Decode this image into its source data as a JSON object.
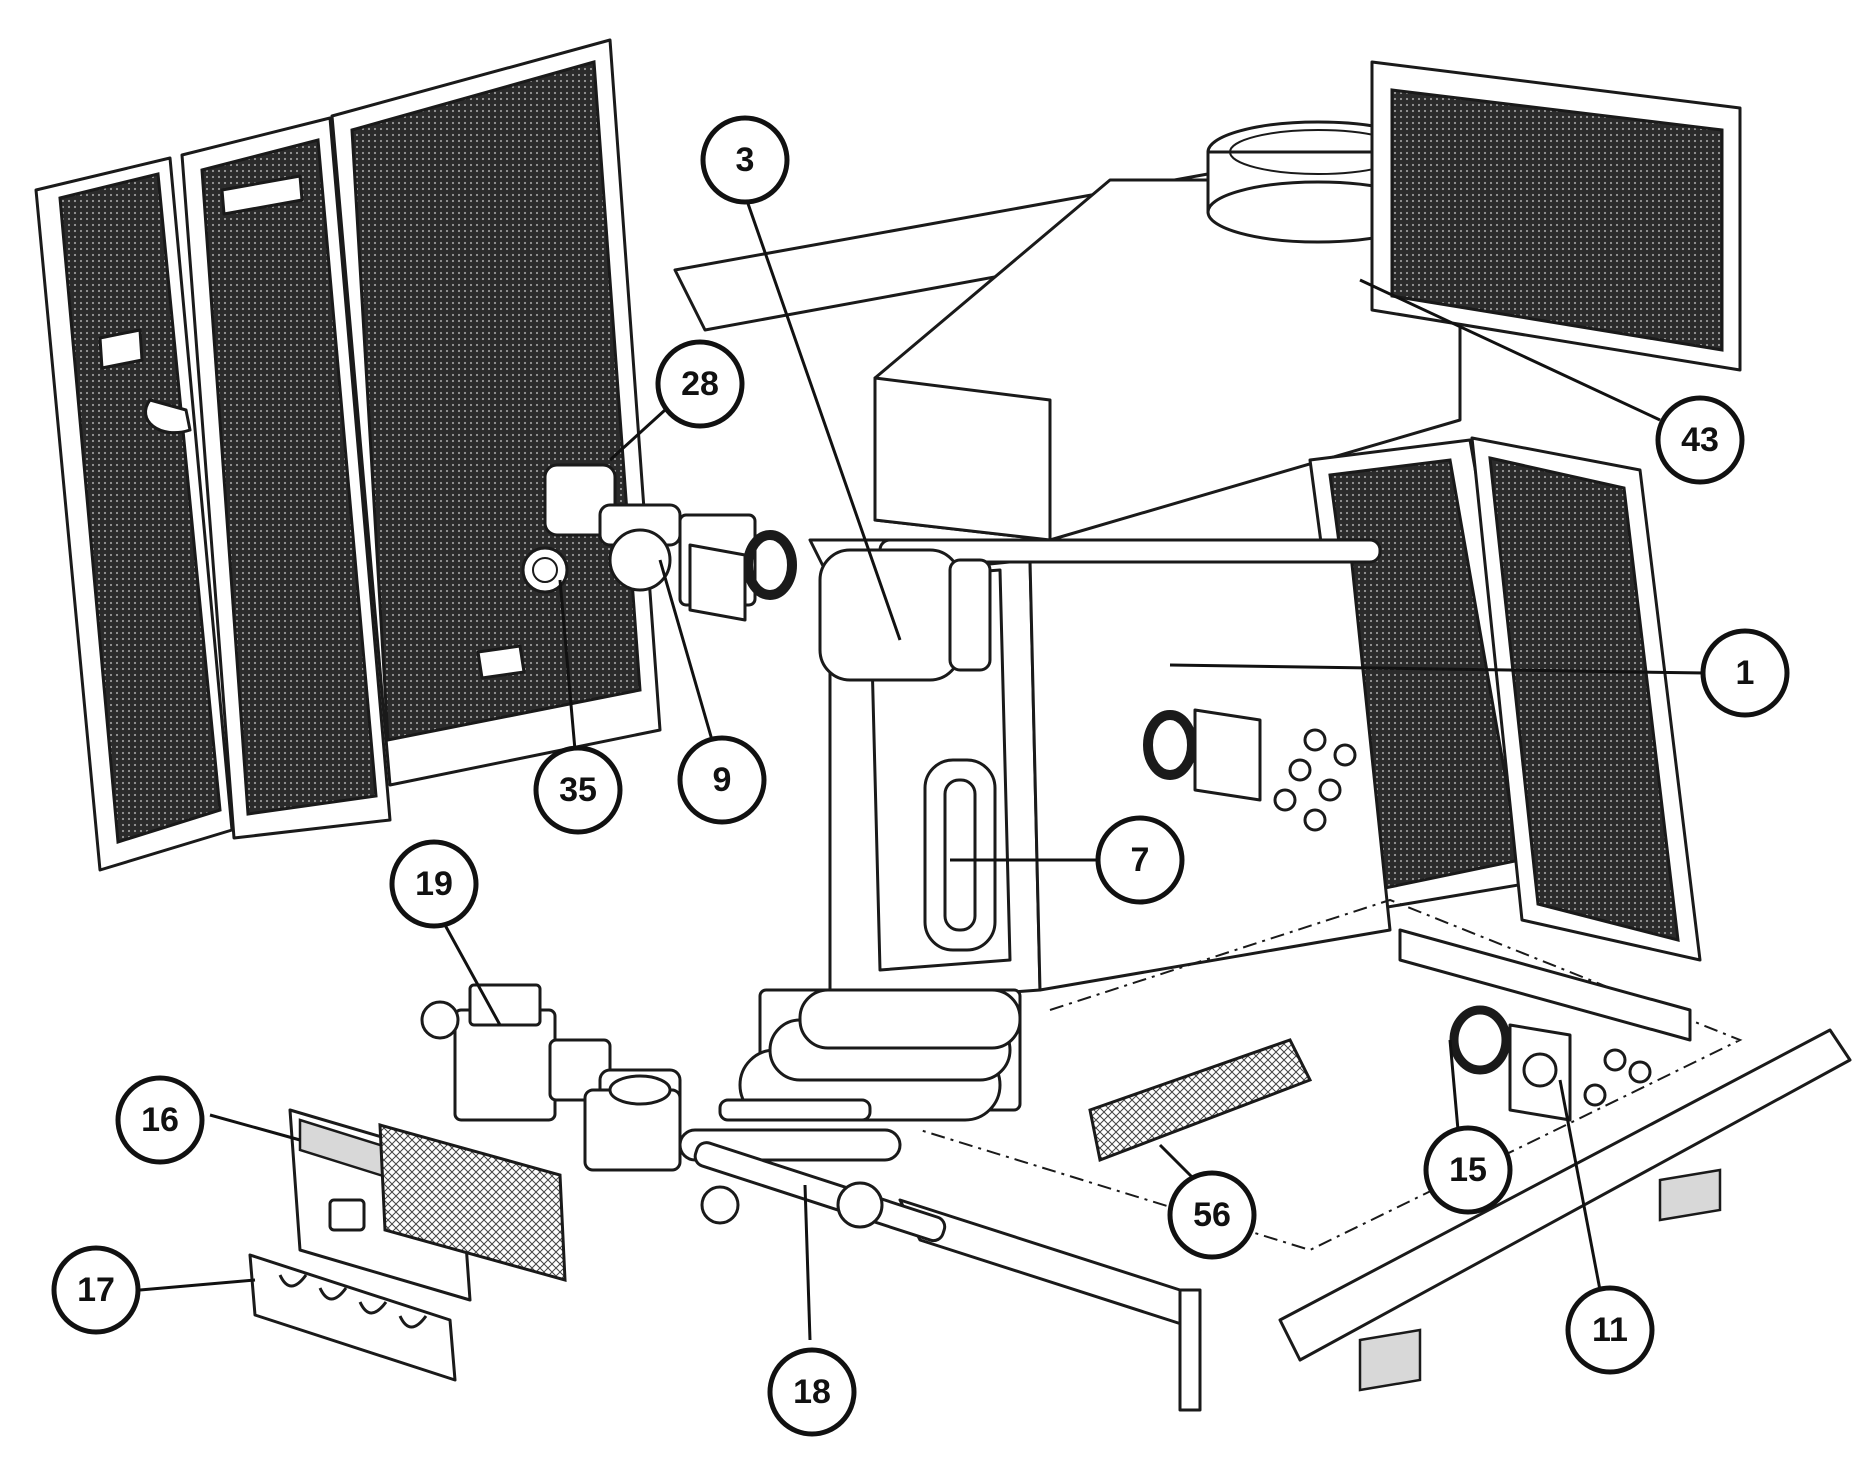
{
  "diagram": {
    "callouts": [
      {
        "id": "3",
        "label": "3"
      },
      {
        "id": "28",
        "label": "28"
      },
      {
        "id": "43",
        "label": "43"
      },
      {
        "id": "1",
        "label": "1"
      },
      {
        "id": "35",
        "label": "35"
      },
      {
        "id": "9",
        "label": "9"
      },
      {
        "id": "7",
        "label": "7"
      },
      {
        "id": "19",
        "label": "19"
      },
      {
        "id": "16",
        "label": "16"
      },
      {
        "id": "15",
        "label": "15"
      },
      {
        "id": "56",
        "label": "56"
      },
      {
        "id": "17",
        "label": "17"
      },
      {
        "id": "11",
        "label": "11"
      },
      {
        "id": "18",
        "label": "18"
      }
    ]
  }
}
